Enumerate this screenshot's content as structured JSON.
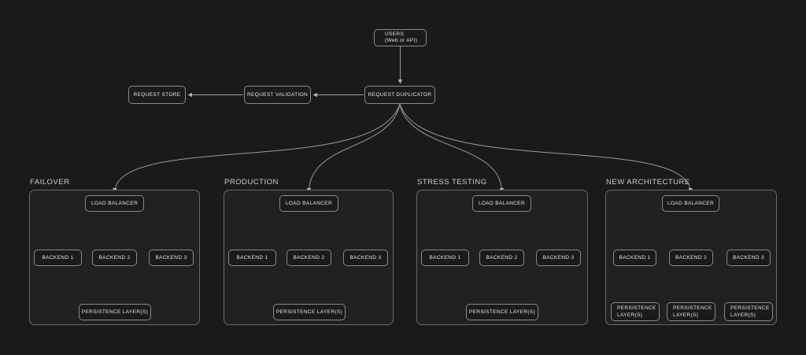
{
  "colors": {
    "background": "#1a1a1a",
    "panel_background": "#212121",
    "node_background": "#1b1b1b",
    "node_border": "#8a8a8a",
    "panel_border": "#696969",
    "edge": "#9a9a9a",
    "node_text": "#e6e6e6",
    "group_label_text": "#cfcfcf"
  },
  "top": {
    "users_line1": "USERS",
    "users_line2": "(Web or API)",
    "request_duplicator": "REQUEST DUPLICATOR",
    "request_validation": "REQUEST VALIDATION",
    "request_store": "REQUEST STORE"
  },
  "groups": [
    {
      "label": "FAILOVER",
      "load_balancer": "LOAD BALANCER",
      "backends": [
        "BACKEND 1",
        "BACKEND 2",
        "BACKEND 3"
      ],
      "persistence": "PERSISTENCE LAYER(S)"
    },
    {
      "label": "PRODUCTION",
      "load_balancer": "LOAD BALANCER",
      "backends": [
        "BACKEND 1",
        "BACKEND 2",
        "BACKEND 3"
      ],
      "persistence": "PERSISTENCE LAYER(S)"
    },
    {
      "label": "STRESS TESTING",
      "load_balancer": "LOAD BALANCER",
      "backends": [
        "BACKEND 1",
        "BACKEND 2",
        "BACKEND 3"
      ],
      "persistence": "PERSISTENCE LAYER(S)"
    },
    {
      "label": "NEW ARCHITECTURE",
      "load_balancer": "LOAD BALANCER",
      "backends": [
        "BACKEND 1",
        "BACKEND 2",
        "BACKEND 3"
      ],
      "persistence_layers": [
        "PERSISTENCE LAYER(S)",
        "PERSISTENCE LAYER(S)",
        "PERSISTENCE LAYER(S)"
      ]
    }
  ]
}
